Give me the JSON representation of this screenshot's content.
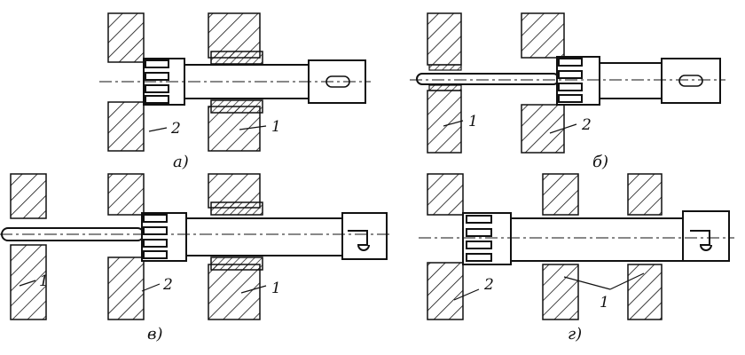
{
  "panels": {
    "a": {
      "caption": "а)",
      "labels": [
        "2",
        "1"
      ]
    },
    "b": {
      "caption": "б)",
      "labels": [
        "1",
        "2"
      ]
    },
    "v": {
      "caption": "в)",
      "labels": [
        "1",
        "2",
        "1"
      ]
    },
    "g": {
      "caption": "г)",
      "labels": [
        "2",
        "1"
      ]
    }
  },
  "colors": {
    "ink": "#111111",
    "paper": "#ffffff"
  }
}
